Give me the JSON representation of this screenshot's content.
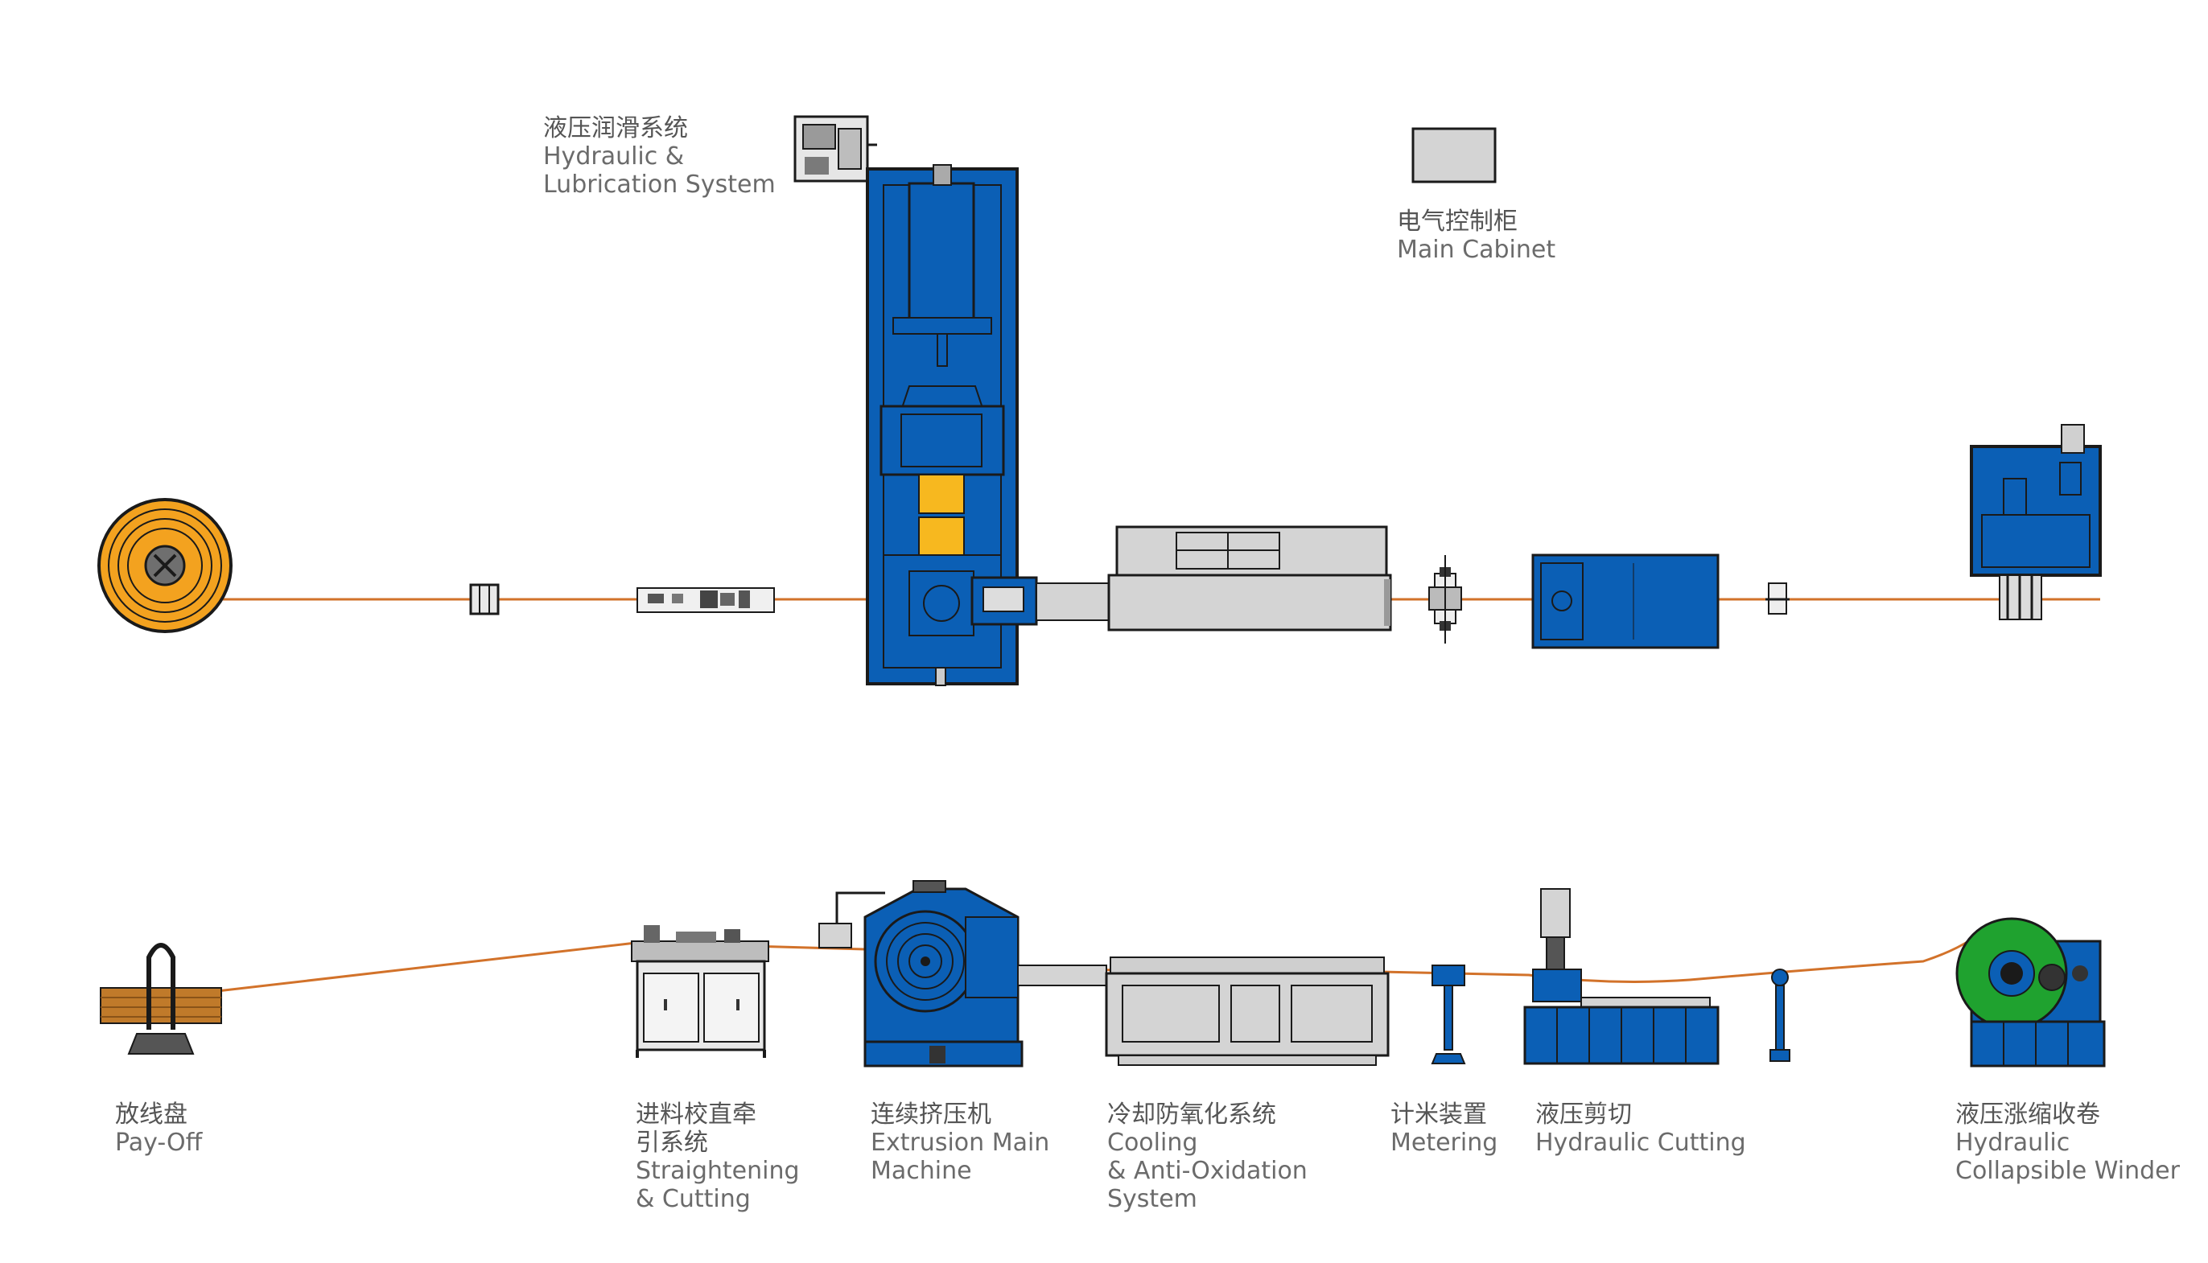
{
  "labels": {
    "hydraulic_lubrication": {
      "cn": "液压润滑系统",
      "en1": "Hydraulic &",
      "en2": "Lubrication System"
    },
    "main_cabinet": {
      "cn": "电气控制柜",
      "en1": "Main Cabinet"
    },
    "payoff": {
      "cn": "放线盘",
      "en1": "Pay-Off"
    },
    "straightening": {
      "cn1": "进料校直牵",
      "cn2": "引系统",
      "en1": "Straightening",
      "en2": "& Cutting"
    },
    "extrusion": {
      "cn": "连续挤压机",
      "en1": "Extrusion Main",
      "en2": "Machine"
    },
    "cooling": {
      "cn": "冷却防氧化系统",
      "en1": "Cooling",
      "en2": "& Anti-Oxidation",
      "en3": "System"
    },
    "metering": {
      "cn": "计米装置",
      "en1": "Metering"
    },
    "cutting": {
      "cn": "液压剪切",
      "en1": "Hydraulic Cutting"
    },
    "winder": {
      "cn": "液压涨缩收卷",
      "en1": "Hydraulic",
      "en2": "Collapsible Winder"
    }
  },
  "colors": {
    "machine_blue": "#0b5fb5",
    "outline": "#1a1a1a",
    "wire": "#d2722a",
    "spool_orange": "#f3a21f",
    "yellow_block": "#f7b81f",
    "gray_panel": "#d4d4d4",
    "winder_green": "#1fa22f",
    "label_gray": "#6b6b6b"
  }
}
